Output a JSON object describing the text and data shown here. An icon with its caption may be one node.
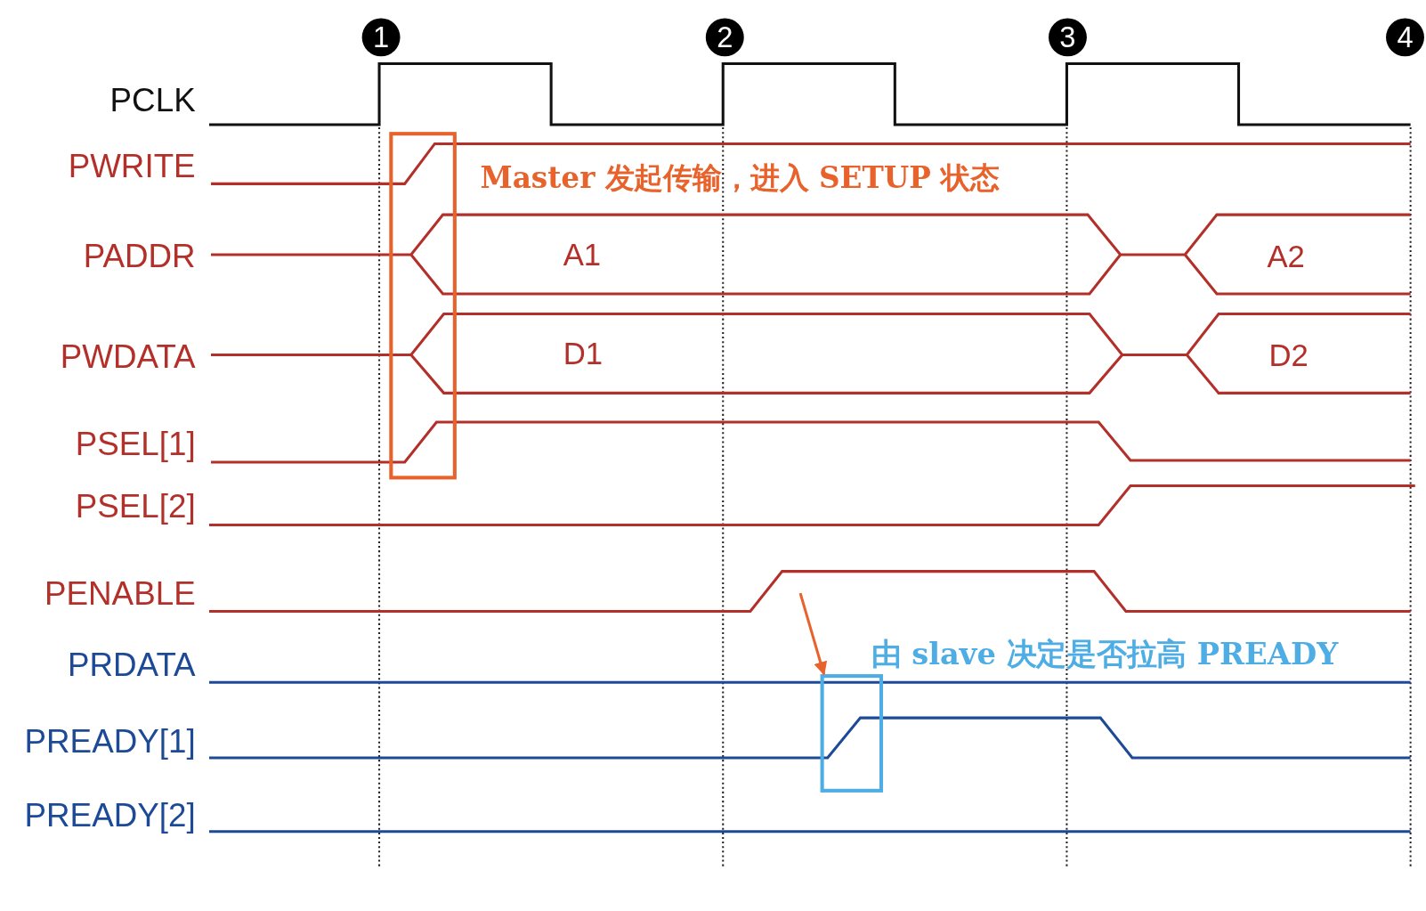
{
  "diagram": {
    "nodes": [
      {
        "text": [],
        "shape": "box",
        "beside": [
          "Master 发起传输，进入 SETUP 状态"
        ]
      },
      {
        "text": [],
        "shape": "box",
        "beside": [
          "由 slave 决定是否拉高 PREADY"
        ]
      }
    ],
    "edges": [
      {
        "from": null,
        "to": 1,
        "arrow": "to"
      }
    ],
    "labels": [
      "1",
      "2",
      "3",
      "4",
      "PCLK",
      "PWRITE",
      "PADDR",
      "A1",
      "A2",
      "PWDATA",
      "D1",
      "D2",
      "PSEL[1]",
      "PSEL[2]",
      "PENABLE",
      "PRDATA",
      "PREADY[1]",
      "PREADY[2]"
    ]
  }
}
